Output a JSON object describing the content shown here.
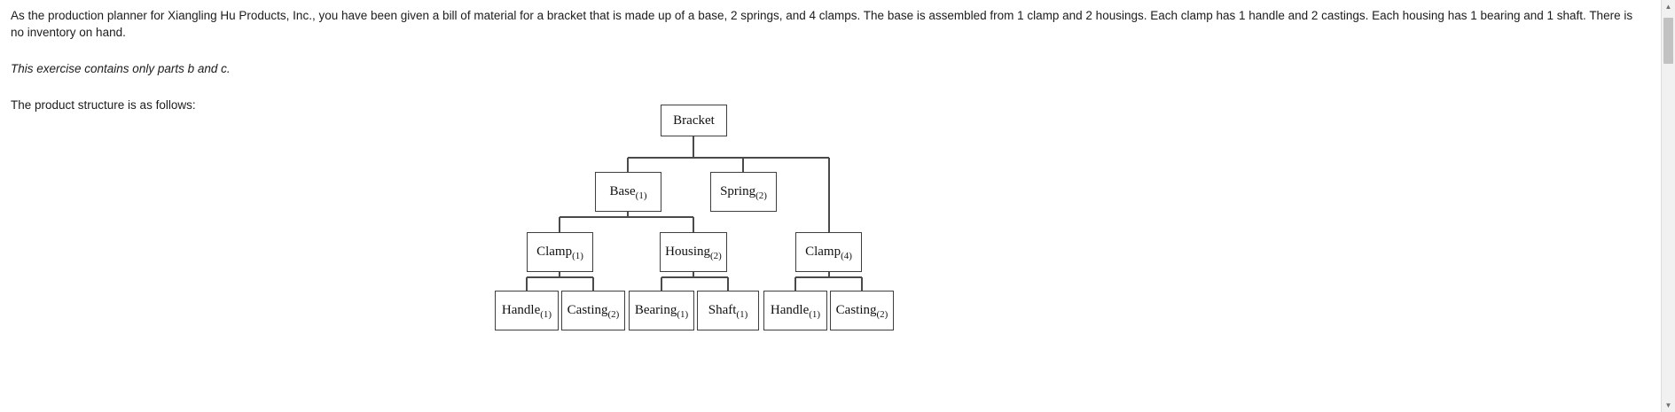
{
  "document": {
    "prompt": "As the production planner for Xiangling Hu Products, Inc., you have been given a bill of material for a bracket that is made up of a base, 2 springs, and 4 clamps. The base is assembled from 1 clamp and 2 housings. Each clamp has 1 handle and 2 castings. Each housing has 1 bearing and 1 shaft. There is no inventory on hand.",
    "note": "This exercise contains only parts b and c.",
    "intro": "The product structure is as follows:"
  },
  "diagram": {
    "type": "tree",
    "title": "product-structure-tree",
    "nodes": [
      {
        "id": "bracket",
        "label": "Bracket",
        "qty": "",
        "level": 0
      },
      {
        "id": "base",
        "label": "Base",
        "qty": "(1)",
        "level": 1
      },
      {
        "id": "spring",
        "label": "Spring",
        "qty": "(2)",
        "level": 1
      },
      {
        "id": "clamp4",
        "label": "Clamp",
        "qty": "(4)",
        "level": 2
      },
      {
        "id": "clamp1",
        "label": "Clamp",
        "qty": "(1)",
        "level": 2
      },
      {
        "id": "housing2",
        "label": "Housing",
        "qty": "(2)",
        "level": 2
      },
      {
        "id": "handle1",
        "label": "Handle",
        "qty": "(1)",
        "level": 3
      },
      {
        "id": "casting2",
        "label": "Casting",
        "qty": "(2)",
        "level": 3
      },
      {
        "id": "bearing1",
        "label": "Bearing",
        "qty": "(1)",
        "level": 3
      },
      {
        "id": "shaft1",
        "label": "Shaft",
        "qty": "(1)",
        "level": 3
      },
      {
        "id": "handle1b",
        "label": "Handle",
        "qty": "(1)",
        "level": 3
      },
      {
        "id": "casting2b",
        "label": "Casting",
        "qty": "(2)",
        "level": 3
      }
    ],
    "edges": [
      {
        "from": "bracket",
        "to": "base"
      },
      {
        "from": "bracket",
        "to": "spring"
      },
      {
        "from": "bracket",
        "to": "clamp4"
      },
      {
        "from": "base",
        "to": "clamp1"
      },
      {
        "from": "base",
        "to": "housing2"
      },
      {
        "from": "clamp1",
        "to": "handle1"
      },
      {
        "from": "clamp1",
        "to": "casting2"
      },
      {
        "from": "housing2",
        "to": "bearing1"
      },
      {
        "from": "housing2",
        "to": "shaft1"
      },
      {
        "from": "clamp4",
        "to": "handle1b"
      },
      {
        "from": "clamp4",
        "to": "casting2b"
      }
    ],
    "line_color": "#4a4a4a",
    "box_border_color": "#3f3f3f"
  },
  "scrollbar": {
    "up_arrow": "▲",
    "down_arrow": "▼"
  }
}
